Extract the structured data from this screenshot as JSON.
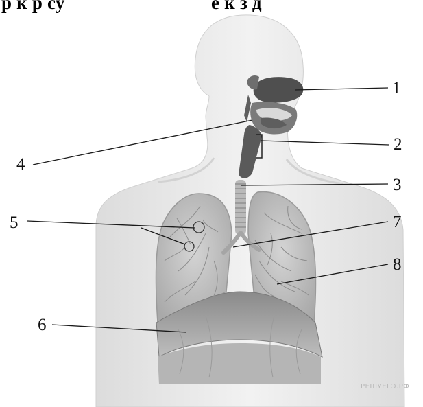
{
  "header": {
    "left_text": "р к р су",
    "right_text": "е к з д   "
  },
  "labels": [
    "1",
    "2",
    "3",
    "4",
    "5",
    "6",
    "7",
    "8"
  ],
  "watermark": "РЕШУЕГЭ.РФ",
  "colors": {
    "body_fill": "#ebebeb",
    "lung_fill": "#c6c6c6",
    "organ_dark": "#5a5a5a",
    "line": "#1a1a1a"
  }
}
